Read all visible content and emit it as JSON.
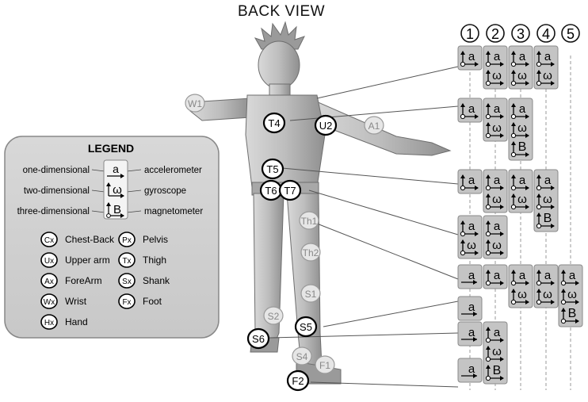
{
  "title": "BACK VIEW",
  "legend": {
    "title": "LEGEND",
    "dims": [
      {
        "left": "one-dimensional",
        "right": "accelerometer",
        "glyph": "a"
      },
      {
        "left": "two-dimensional",
        "right": "gyroscope",
        "glyph": "ω"
      },
      {
        "left": "three-dimensional",
        "right": "magnetometer",
        "glyph": "B"
      }
    ],
    "segments_left": [
      {
        "code": "Cx",
        "name": "Chest-Back"
      },
      {
        "code": "Ux",
        "name": "Upper arm"
      },
      {
        "code": "Ax",
        "name": "ForeArm"
      },
      {
        "code": "Wx",
        "name": "Wrist"
      },
      {
        "code": "Hx",
        "name": "Hand"
      }
    ],
    "segments_right": [
      {
        "code": "Px",
        "name": "Pelvis"
      },
      {
        "code": "Tx",
        "name": "Thigh"
      },
      {
        "code": "Sx",
        "name": "Shank"
      },
      {
        "code": "Fx",
        "name": "Foot"
      }
    ]
  },
  "columns": [
    "1",
    "2",
    "3",
    "4",
    "5"
  ],
  "sensors_active": [
    "T4",
    "U2",
    "T5",
    "T6",
    "T7",
    "S5",
    "S6",
    "F2"
  ],
  "sensors_inactive": [
    "W1",
    "A1",
    "Th1",
    "Th2",
    "S1",
    "S2",
    "S4",
    "F1"
  ],
  "glyphs": {
    "acc": "a",
    "gyro": "ω",
    "mag": "B"
  }
}
